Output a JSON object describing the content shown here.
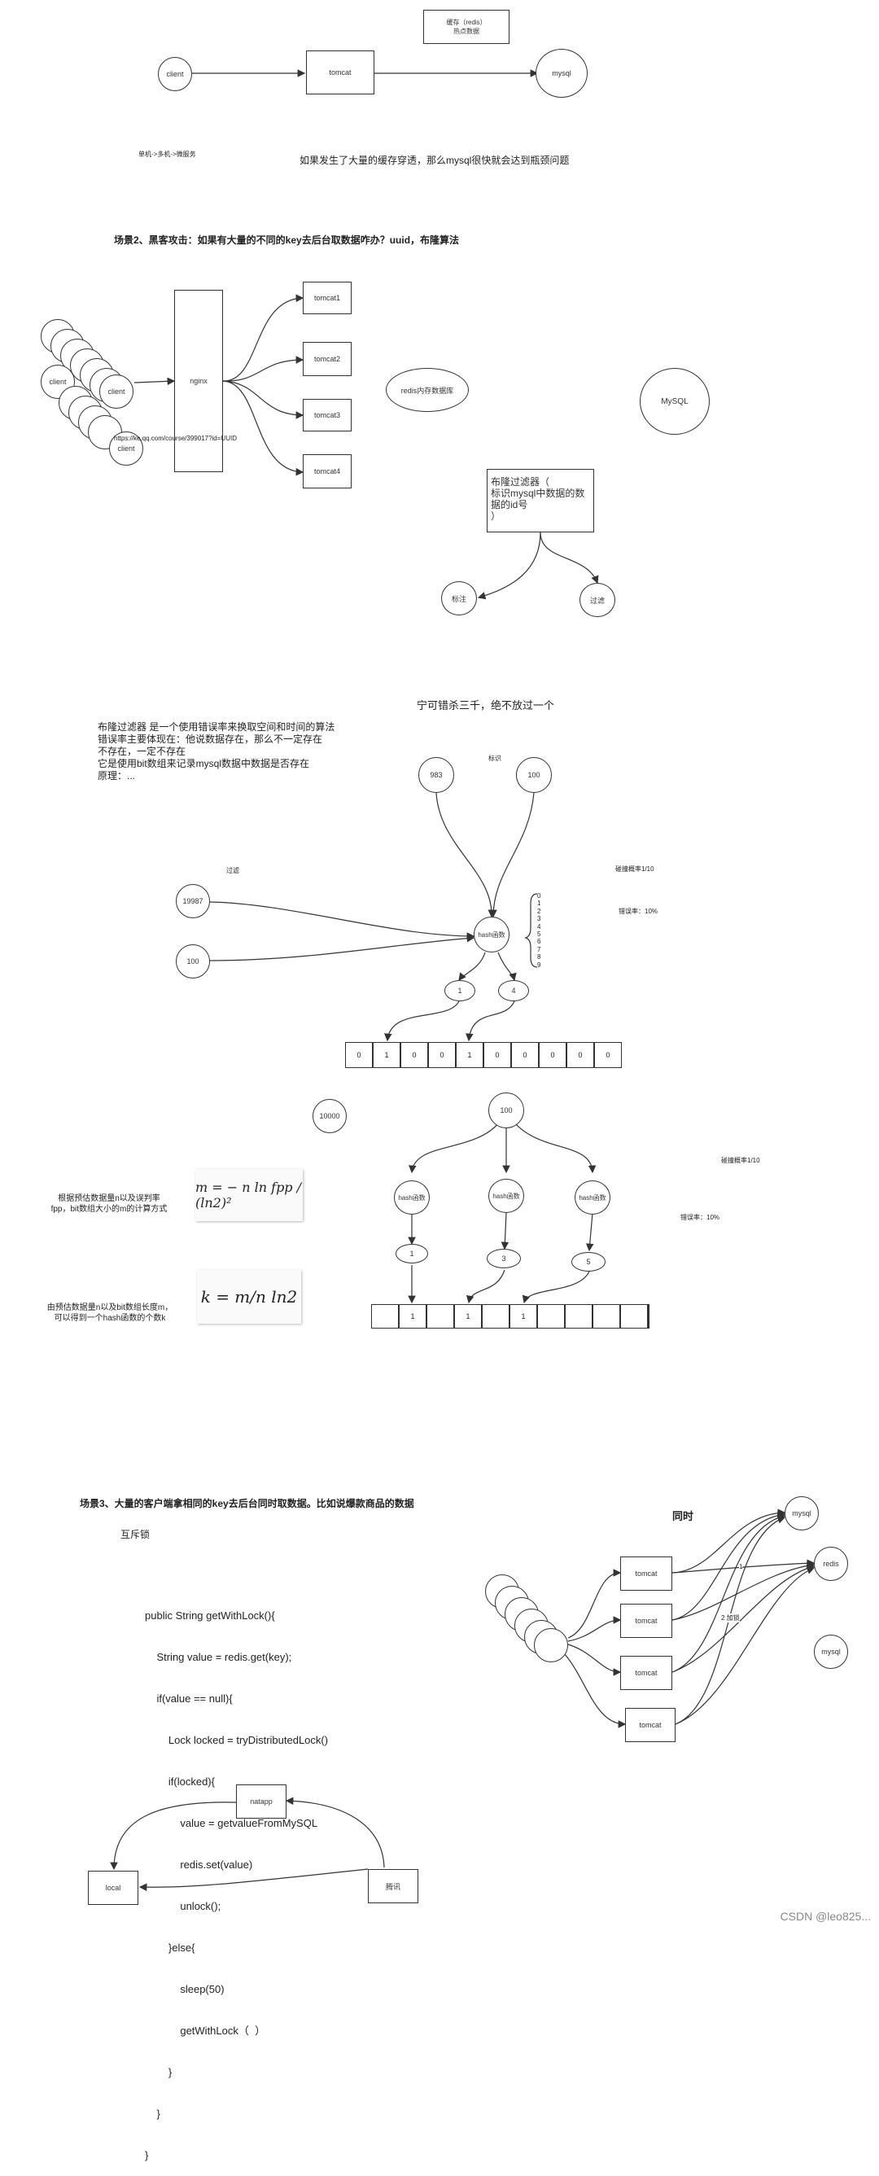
{
  "scene1": {
    "client": "client",
    "tomcat": "tomcat",
    "mysql": "mysql",
    "cache_line1": "缓存（redis）",
    "cache_line2": "热点数据",
    "note_left": "单机->多机->微服务",
    "note_right": "如果发生了大量的缓存穿透，那么mysql很快就会达到瓶颈问题"
  },
  "scene2": {
    "title": "场景2、黑客攻击：如果有大量的不同的key去后台取数据咋办？uuid，布隆算法",
    "client": "client",
    "nginx": "nginx",
    "tomcats": [
      "tomcat1",
      "tomcat2",
      "tomcat3",
      "tomcat4"
    ],
    "redis": "redis内存数据库",
    "mysql": "MySQL",
    "url": "https://ke.qq.com/course/399017?id=UUID",
    "bloom_lines": [
      "布隆过滤器（",
      "标识mysql中数据的数",
      "据的id号",
      "）"
    ],
    "mark": "标注",
    "filter": "过滤"
  },
  "bloom1": {
    "motto": "宁可错杀三千，绝不放过一个",
    "desc": [
      "布隆过滤器 是一个使用错误率来换取空间和时间的算法",
      "错误率主要体现在：他说数据存在，那么不一定存在",
      "不存在，一定不存在",
      "它是使用bit数组来记录mysql数据中数据是否存在",
      "原理：..."
    ],
    "mark_label": "标识",
    "filter_label": "过滤",
    "collision": "碰撞概率1/10",
    "error_rate": "错误率：10%",
    "inputs_top": [
      "983",
      "100"
    ],
    "inputs_left": [
      "19987",
      "100"
    ],
    "hash": "hash函数",
    "digits": [
      "0",
      "1",
      "2",
      "3",
      "4",
      "5",
      "6",
      "7",
      "8",
      "9"
    ],
    "results": [
      "1",
      "4"
    ],
    "bits": [
      "0",
      "1",
      "0",
      "0",
      "1",
      "0",
      "0",
      "0",
      "0",
      "0"
    ]
  },
  "bloom2": {
    "count": "10000",
    "input": "100",
    "hash": "hash函数",
    "results": [
      "1",
      "3",
      "5"
    ],
    "collision": "碰撞概率1/10",
    "error_rate": "错误率：10%",
    "formula_m_desc": [
      "根据预估数据量n以及误判率",
      "fpp，bit数组大小的m的计算方式"
    ],
    "formula_k_desc": [
      "由预估数据量n以及bit数组长度m，",
      "可以得到一个hash函数的个数k"
    ],
    "formula_m": "m = − n ln fpp / (ln2)²",
    "formula_k": "k = m/n ln2",
    "bits": [
      "",
      "1",
      "",
      "1",
      "",
      "1",
      "",
      "",
      "",
      "",
      ""
    ]
  },
  "scene3": {
    "title": "场景3、大量的客户端拿相同的key去后台同时取数据。比如说爆款商品的数据",
    "mutex": "互斥锁",
    "concurrent": "同时",
    "code": [
      "public String getWithLock(){",
      "    String value = redis.get(key);",
      "    if(value == null){",
      "        Lock locked = tryDistributedLock()",
      "        if(locked){",
      "            value = getvalueFromMySQL",
      "            redis.set(value)",
      "            unlock();",
      "        }else{",
      "            sleep(50)",
      "            getWithLock（  ）",
      "        }",
      "    }",
      "}"
    ],
    "tomcat": "tomcat",
    "mysql": "mysql",
    "redis": "redis",
    "lock1": "1",
    "lock2": "2 加锁",
    "natapp": "natapp",
    "local": "local",
    "tencent": "腾讯"
  },
  "watermark": "CSDN @leo825..."
}
